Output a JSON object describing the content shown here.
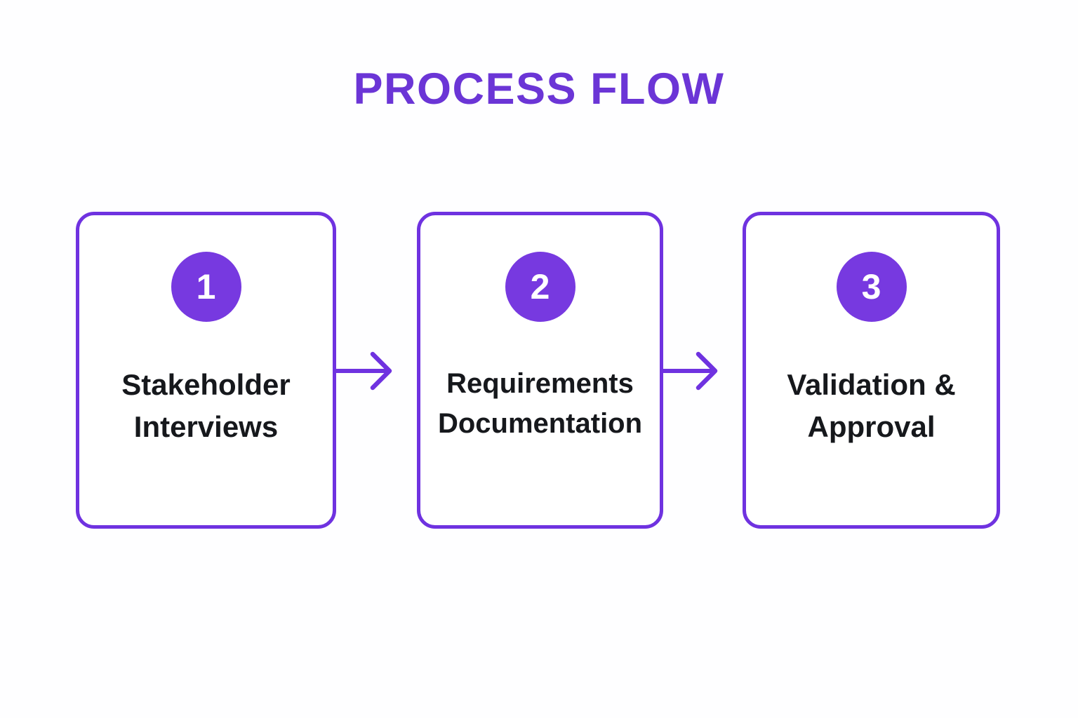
{
  "page": {
    "title": "PROCESS FLOW",
    "background_color": "#fefeff"
  },
  "theme": {
    "accent_purple": "#6F32E0",
    "title_purple": "#6B35D6",
    "badge_purple": "#7739E0",
    "badge_text_color": "#FFFFFF",
    "label_text_color": "#16181C",
    "card_fill": "#FFFFFF"
  },
  "flow": {
    "steps": [
      {
        "number": "1",
        "label": "Stakeholder\nInterviews",
        "label_line_1": "Stakeholder",
        "label_line_2": "Interviews"
      },
      {
        "number": "2",
        "label": "Requirements\nDocumentation",
        "label_line_1": "Requirements",
        "label_line_2": "Documentation"
      },
      {
        "number": "3",
        "label": "Validation &\nApproval",
        "label_line_1": "Validation &",
        "label_line_2": "Approval"
      }
    ],
    "connectors": [
      {
        "from": "1",
        "to": "2",
        "icon": "arrow-right-icon"
      },
      {
        "from": "2",
        "to": "3",
        "icon": "arrow-right-icon"
      }
    ]
  }
}
